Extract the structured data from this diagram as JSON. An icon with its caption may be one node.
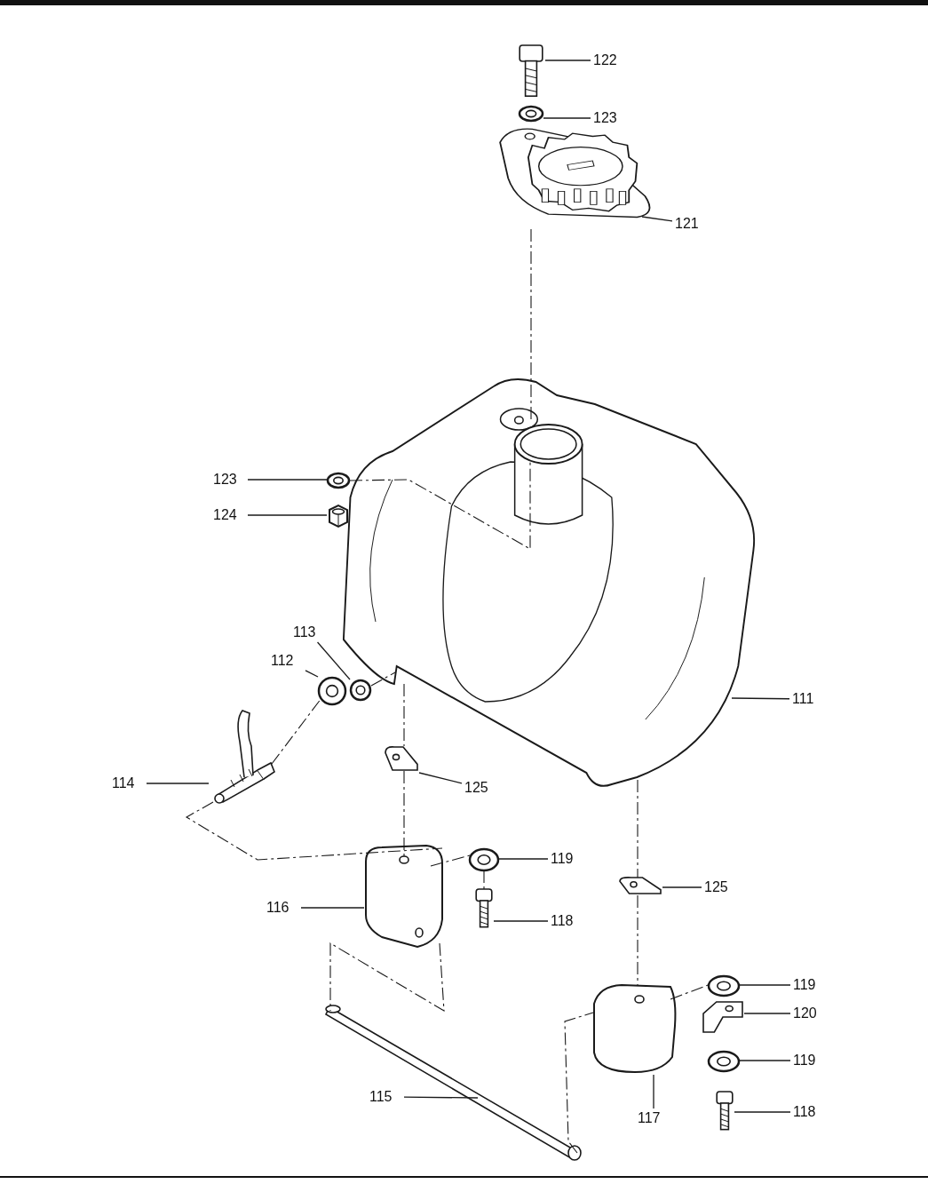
{
  "diagram": {
    "nodes": [
      {
        "text": [
          "122"
        ]
      },
      {
        "text": [],
        "shape": "picture"
      },
      {
        "text": [
          "123"
        ]
      },
      {
        "text": [],
        "shape": "picture"
      },
      {
        "text": [
          "121"
        ]
      },
      {
        "text": [],
        "shape": "picture"
      },
      {
        "text": [
          "123"
        ]
      },
      {
        "text": [],
        "shape": "picture"
      },
      {
        "text": [
          "124"
        ]
      },
      {
        "text": [],
        "shape": "picture"
      },
      {
        "text": [
          "113"
        ]
      },
      {
        "text": [],
        "shape": "picture"
      },
      {
        "text": [
          "112"
        ]
      },
      {
        "text": [],
        "shape": "picture"
      },
      {
        "text": [
          "114"
        ]
      },
      {
        "text": [],
        "shape": "picture"
      },
      {
        "text": [
          "111"
        ]
      },
      {
        "text": [],
        "shape": "picture"
      },
      {
        "text": [
          "125"
        ]
      },
      {
        "text": [],
        "shape": "picture"
      },
      {
        "text": [
          "119"
        ]
      },
      {
        "text": [],
        "shape": "picture"
      },
      {
        "text": [
          "118"
        ]
      },
      {
        "text": [],
        "shape": "picture"
      },
      {
        "text": [
          "116"
        ]
      },
      {
        "text": [],
        "shape": "picture"
      },
      {
        "text": [
          "125"
        ]
      },
      {
        "text": [],
        "shape": "picture"
      },
      {
        "text": [
          "119"
        ]
      },
      {
        "text": [],
        "shape": "picture"
      },
      {
        "text": [
          "120"
        ]
      },
      {
        "text": [],
        "shape": "picture"
      },
      {
        "text": [
          "119"
        ]
      },
      {
        "text": [],
        "shape": "picture"
      },
      {
        "text": [
          "118"
        ]
      },
      {
        "text": [],
        "shape": "picture"
      },
      {
        "text": [
          "115"
        ]
      },
      {
        "text": [],
        "shape": "picture"
      },
      {
        "text": [
          "117"
        ]
      },
      {
        "text": [],
        "shape": "picture"
      }
    ],
    "edges": [
      {
        "from": 0,
        "to": 1,
        "arrow": "none"
      },
      {
        "from": 2,
        "to": 3,
        "arrow": "none"
      },
      {
        "from": 4,
        "to": 5,
        "arrow": "none"
      },
      {
        "from": 6,
        "to": 7,
        "arrow": "none"
      },
      {
        "from": 8,
        "to": 9,
        "arrow": "none"
      },
      {
        "from": 10,
        "to": 11,
        "arrow": "none"
      },
      {
        "from": 12,
        "to": 13,
        "arrow": "none"
      },
      {
        "from": 14,
        "to": 15,
        "arrow": "none"
      },
      {
        "from": 16,
        "to": 17,
        "arrow": "none"
      },
      {
        "from": 18,
        "to": 19,
        "arrow": "none"
      },
      {
        "from": 20,
        "to": 21,
        "arrow": "none"
      },
      {
        "from": 22,
        "to": 23,
        "arrow": "none"
      },
      {
        "from": 24,
        "to": 25,
        "arrow": "none"
      },
      {
        "from": 26,
        "to": 27,
        "arrow": "none"
      },
      {
        "from": 28,
        "to": 29,
        "arrow": "none"
      },
      {
        "from": 30,
        "to": 31,
        "arrow": "none"
      },
      {
        "from": 32,
        "to": 33,
        "arrow": "none"
      },
      {
        "from": 34,
        "to": 35,
        "arrow": "none"
      },
      {
        "from": 36,
        "to": 37,
        "arrow": "none"
      },
      {
        "from": 38,
        "to": 39,
        "arrow": "none"
      },
      {
        "from": 5,
        "to": 17,
        "arrow": "none",
        "style": "dashed"
      },
      {
        "from": 7,
        "to": 17,
        "arrow": "none",
        "style": "dashed"
      },
      {
        "from": 11,
        "to": 17,
        "arrow": "none",
        "style": "dashed"
      },
      {
        "from": 15,
        "to": 13,
        "arrow": "none",
        "style": "dashed"
      },
      {
        "from": 17,
        "to": 19,
        "arrow": "none",
        "style": "dashed"
      },
      {
        "from": 19,
        "to": 25,
        "arrow": "none",
        "style": "dashed"
      },
      {
        "from": 25,
        "to": 21,
        "arrow": "none",
        "style": "dashed"
      },
      {
        "from": 21,
        "to": 23,
        "arrow": "none",
        "style": "dashed"
      },
      {
        "from": 17,
        "to": 27,
        "arrow": "none",
        "style": "dashed"
      },
      {
        "from": 27,
        "to": 39,
        "arrow": "none",
        "style": "dashed"
      },
      {
        "from": 39,
        "to": 29,
        "arrow": "none",
        "style": "dashed"
      },
      {
        "from": 25,
        "to": 37,
        "arrow": "none",
        "style": "dashed"
      },
      {
        "from": 37,
        "to": 39,
        "arrow": "none",
        "style": "dashed"
      },
      {
        "from": 15,
        "to": 25,
        "arrow": "none",
        "style": "dashed"
      }
    ]
  }
}
